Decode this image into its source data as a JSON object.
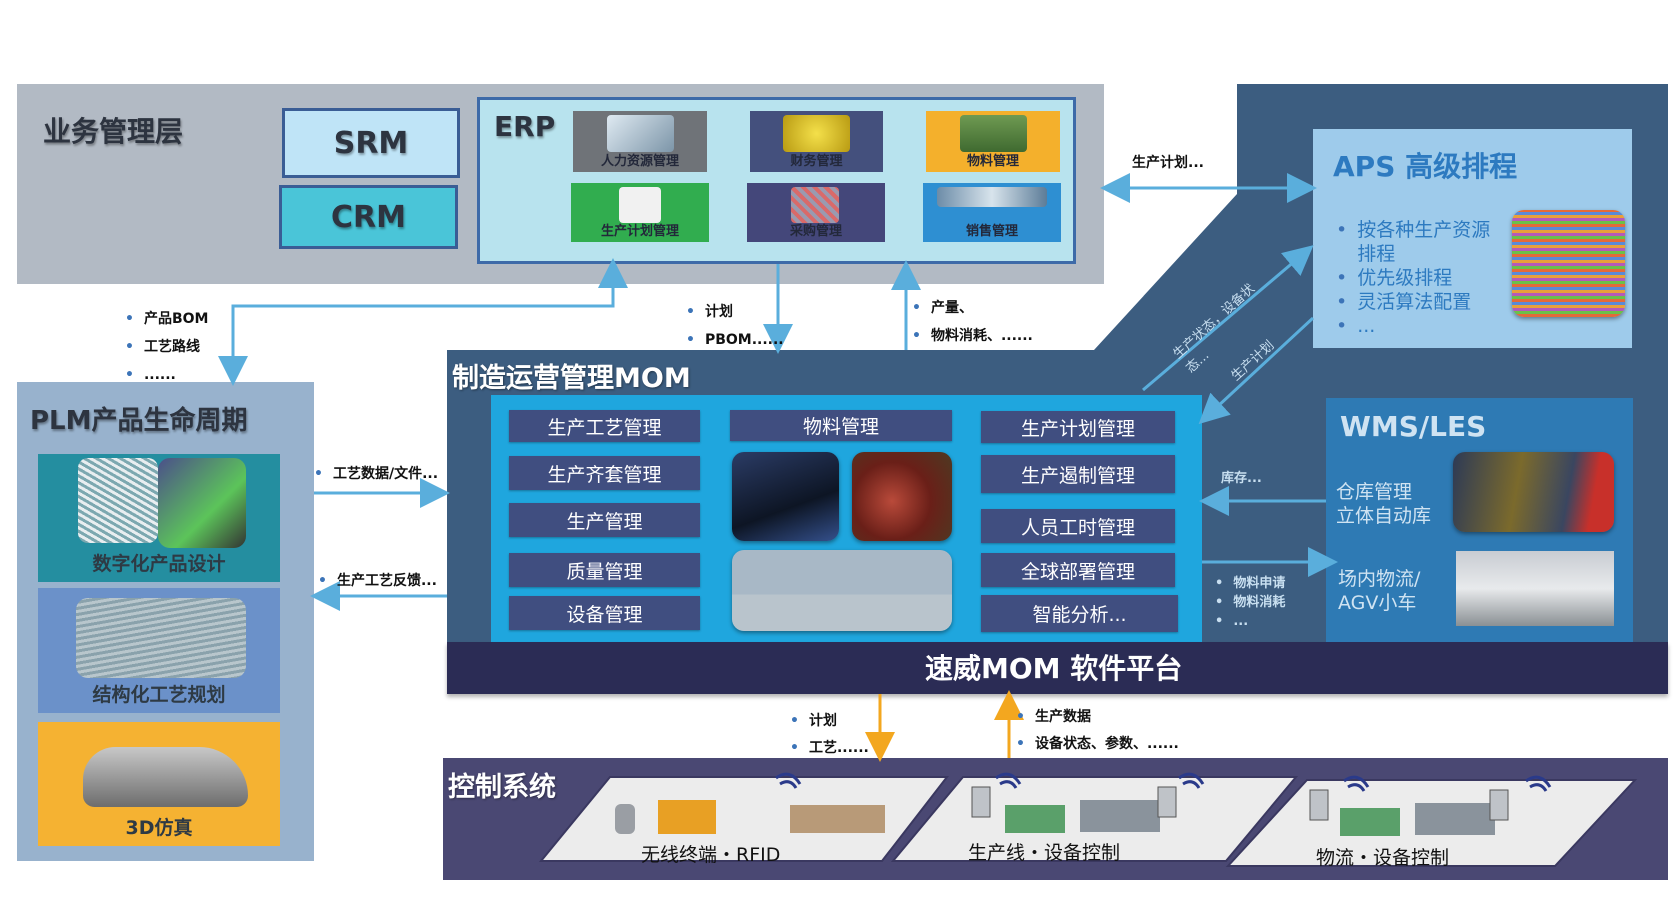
{
  "business_layer": {
    "title": "业务管理层",
    "srm": "SRM",
    "crm": "CRM",
    "erp": {
      "title": "ERP",
      "modules": [
        "人力资源管理",
        "财务管理",
        "物料管理",
        "生产计划管理",
        "采购管理",
        "销售管理"
      ]
    }
  },
  "links": {
    "erp_plm": [
      "产品BOM",
      "工艺路线",
      "......"
    ],
    "erp_to_mom": [
      "计划",
      "PBOM......"
    ],
    "mom_to_erp": [
      "产量、",
      "物料消耗、......"
    ],
    "erp_aps": "生产计划...",
    "mom_to_aps": "生产状态，设备状态...",
    "aps_to_mom": "生产计划",
    "wms_to_mom": "库存...",
    "mom_to_wms": [
      "物料申请",
      "物料消耗",
      "..."
    ],
    "plm_to_mom": "工艺数据/文件...",
    "mom_to_plm": "生产工艺反馈...",
    "mom_to_ctrl": [
      "计划",
      "工艺......"
    ],
    "ctrl_to_mom": [
      "生产数据",
      "设备状态、参数、......"
    ]
  },
  "plm": {
    "title": "PLM产品生命周期",
    "tiles": [
      "数字化产品设计",
      "结构化工艺规划",
      "3D仿真"
    ]
  },
  "mom": {
    "title": "制造运营管理MOM",
    "left_modules": [
      "生产工艺管理",
      "生产齐套管理",
      "生产管理",
      "质量管理",
      "设备管理"
    ],
    "center_module": "物料管理",
    "right_modules": [
      "生产计划管理",
      "生产遏制管理",
      "人员工时管理",
      "全球部署管理",
      "智能分析..."
    ],
    "platform": "速威MOM 软件平台"
  },
  "aps": {
    "title": "APS 高级排程",
    "bullets": [
      "按各种生产资源排程",
      "优先级排程",
      "灵活算法配置",
      "..."
    ]
  },
  "wms": {
    "title": "WMS/LES",
    "warehouse": [
      "仓库管理",
      "立体自动库"
    ],
    "logistics": [
      "场内物流/",
      "AGV小车"
    ]
  },
  "control": {
    "title": "控制系统",
    "zones": [
      "无线终端・RFID",
      "生产线・设备控制",
      "物流・设备控制"
    ]
  },
  "colors": {
    "mom_dark": "#3c5d80",
    "mom_inner": "#1fa6de",
    "platform": "#2b2c55",
    "button": "#404e80",
    "arrow": "#5aaedc",
    "orange": "#f3a71f"
  }
}
